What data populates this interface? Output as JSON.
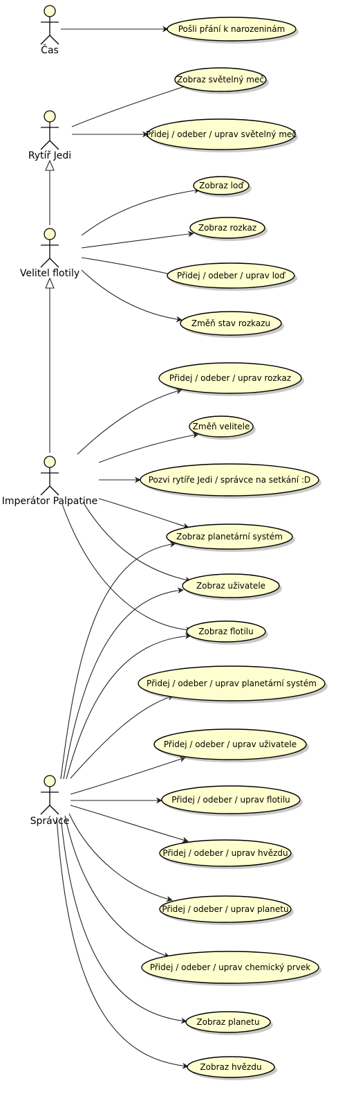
{
  "actors": {
    "cas": "Čas",
    "rytir_jedi": "Rytíř Jedi",
    "velitel_flotily": "Velitel flotily",
    "imperator": "Imperátor Palpatine",
    "spravce": "Správce"
  },
  "use_cases": {
    "posli_prani": "Pošli přání k narozeninám",
    "zobraz_svetelny_mec": "Zobraz světelný meč",
    "pridej_svetelny_mec": "Přidej / odeber / uprav světelný meč",
    "zobraz_lod": "Zobraz loď",
    "zobraz_rozkaz": "Zobraz rozkaz",
    "pridej_lod": "Přidej / odeber / uprav loď",
    "zmen_stav_rozkazu": "Změň stav rozkazu",
    "pridej_rozkaz": "Přidej / odeber / uprav rozkaz",
    "zmen_velitele": "Změň velitele",
    "pozvi_rytire": "Pozvi rytíře Jedi / správce na setkání :D",
    "zobraz_planetarni_system": "Zobraz planetární systém",
    "zobraz_uzivatele": "Zobraz uživatele",
    "zobraz_flotilu": "Zobraz flotilu",
    "pridej_planetarni_system": "Přidej / odeber / uprav planetární systém",
    "pridej_uzivatele": "Přidej / odeber / uprav uživatele",
    "pridej_flotilu": "Přidej / odeber / uprav flotilu",
    "pridej_hvezdu": "Přidej / odeber / uprav hvězdu",
    "pridej_planetu": "Přidej / odeber / uprav planetu",
    "pridej_chemicky_prvek": "Přidej / odeber / uprav chemický prvek",
    "zobraz_planetu": "Zobraz planetu",
    "zobraz_hvezdu": "Zobraz hvězdu"
  },
  "associations": [
    [
      "cas",
      "posli_prani"
    ],
    [
      "rytir_jedi",
      "zobraz_svetelny_mec"
    ],
    [
      "rytir_jedi",
      "pridej_svetelny_mec"
    ],
    [
      "velitel_flotily",
      "zobraz_lod"
    ],
    [
      "velitel_flotily",
      "zobraz_rozkaz"
    ],
    [
      "velitel_flotily",
      "pridej_lod"
    ],
    [
      "velitel_flotily",
      "zmen_stav_rozkazu"
    ],
    [
      "imperator",
      "pridej_rozkaz"
    ],
    [
      "imperator",
      "zmen_velitele"
    ],
    [
      "imperator",
      "pozvi_rytire"
    ],
    [
      "imperator",
      "zobraz_planetarni_system"
    ],
    [
      "imperator",
      "zobraz_uzivatele"
    ],
    [
      "imperator",
      "zobraz_flotilu"
    ],
    [
      "spravce",
      "zobraz_planetarni_system"
    ],
    [
      "spravce",
      "zobraz_uzivatele"
    ],
    [
      "spravce",
      "zobraz_flotilu"
    ],
    [
      "spravce",
      "pridej_planetarni_system"
    ],
    [
      "spravce",
      "pridej_uzivatele"
    ],
    [
      "spravce",
      "pridej_flotilu"
    ],
    [
      "spravce",
      "pridej_hvezdu"
    ],
    [
      "spravce",
      "pridej_planetu"
    ],
    [
      "spravce",
      "pridej_chemicky_prvek"
    ],
    [
      "spravce",
      "zobraz_planetu"
    ],
    [
      "spravce",
      "zobraz_hvezdu"
    ]
  ],
  "generalizations": [
    [
      "velitel_flotily",
      "rytir_jedi"
    ],
    [
      "imperator",
      "velitel_flotily"
    ]
  ],
  "colors": {
    "use_case_fill": "#FEFECE",
    "actor_fill": "#FEFECE",
    "stroke": "#000000",
    "background": "#FFFFFF"
  }
}
